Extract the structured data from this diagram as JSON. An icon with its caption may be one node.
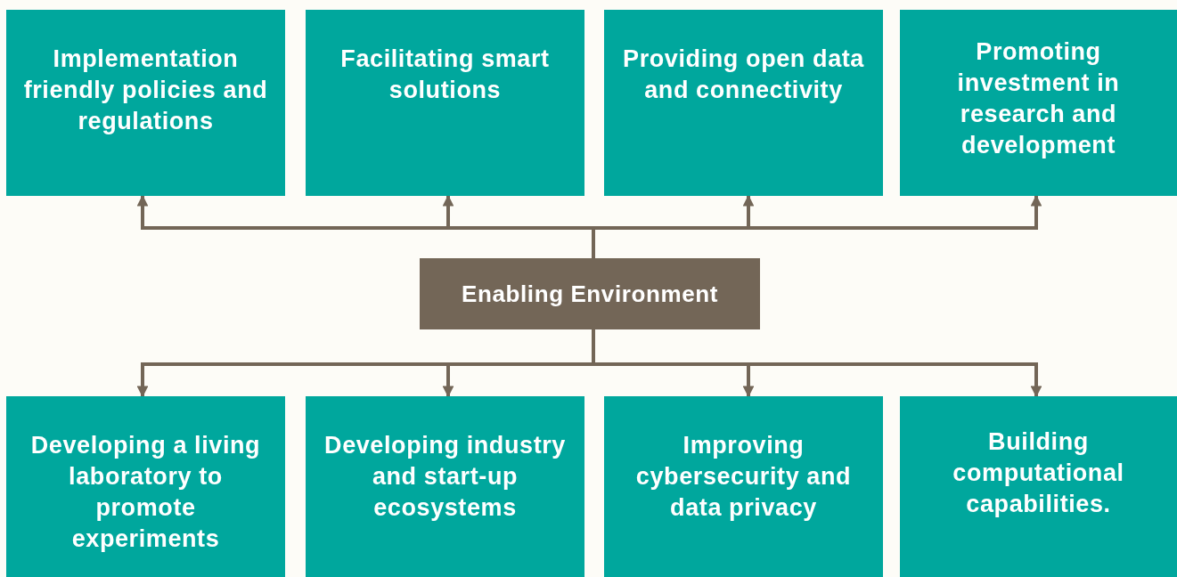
{
  "diagram": {
    "nodes": [
      {
        "text": [
          "Implementation friendly policies and regulations"
        ]
      },
      {
        "text": [
          "Facilitating smart solutions"
        ]
      },
      {
        "text": [
          "Providing open data and connectivity"
        ]
      },
      {
        "text": [
          "Promoting investment in research and development"
        ]
      },
      {
        "text": [
          "Enabling Environment"
        ]
      },
      {
        "text": [
          "Developing a living laboratory to promote experiments"
        ]
      },
      {
        "text": [
          "Developing industry and start-up ecosystems"
        ]
      },
      {
        "text": [
          "Improving cybersecurity and data privacy"
        ]
      },
      {
        "text": [
          "Building computational capabilities."
        ]
      }
    ],
    "edges": [
      {
        "from": 4,
        "to": 0,
        "arrow": "to"
      },
      {
        "from": 4,
        "to": 1,
        "arrow": "to"
      },
      {
        "from": 4,
        "to": 2,
        "arrow": "to"
      },
      {
        "from": 4,
        "to": 3,
        "arrow": "to"
      },
      {
        "from": 4,
        "to": 5,
        "arrow": "to"
      },
      {
        "from": 4,
        "to": 6,
        "arrow": "to"
      },
      {
        "from": 4,
        "to": 7,
        "arrow": "to"
      },
      {
        "from": 4,
        "to": 8,
        "arrow": "to"
      }
    ]
  }
}
